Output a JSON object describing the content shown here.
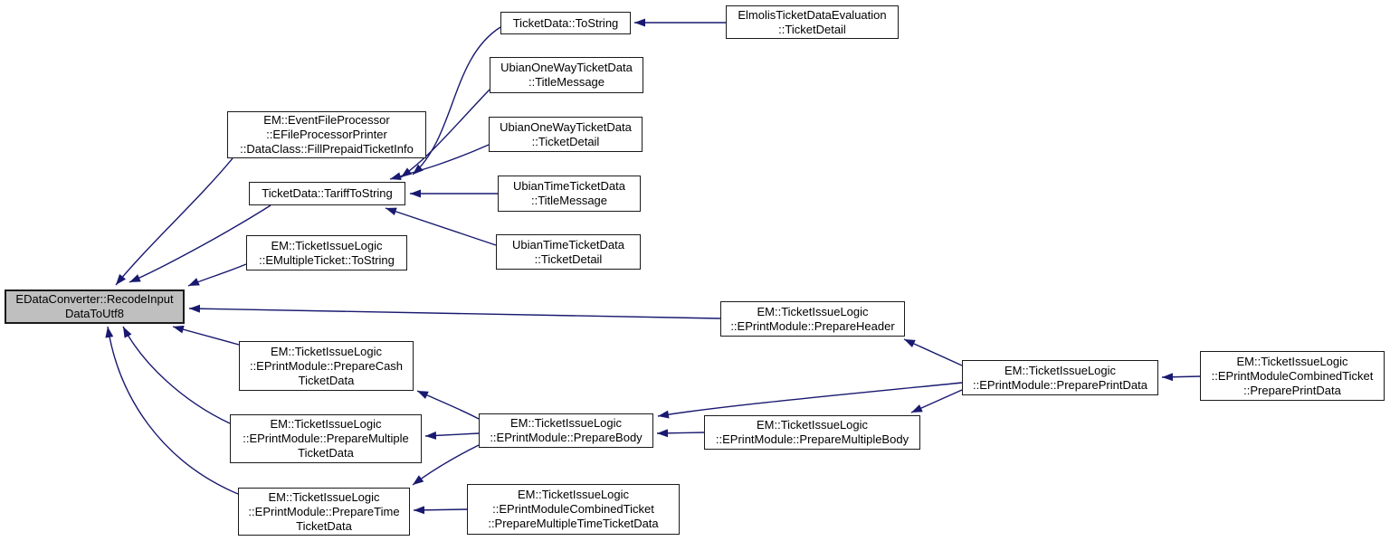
{
  "diagram": {
    "type": "doxygen-caller-graph",
    "highlight_fill_color": "#bfbfbf",
    "node_border_color": "#1a1a1a",
    "edge_color": "#191970",
    "nodes": [
      {
        "id": "recode-input-data-to-utf8",
        "highlighted": true,
        "lines": [
          "EDataConverter::RecodeInput",
          "DataToUtf8"
        ]
      },
      {
        "id": "ticketdata-tostring",
        "highlighted": false,
        "lines": [
          "TicketData::ToString"
        ]
      },
      {
        "id": "elmolis-ticketdetail",
        "highlighted": false,
        "lines": [
          "ElmolisTicketDataEvaluation",
          "::TicketDetail"
        ]
      },
      {
        "id": "ubianoneway-titlemessage",
        "highlighted": false,
        "lines": [
          "UbianOneWayTicketData",
          "::TitleMessage"
        ]
      },
      {
        "id": "ubianoneway-ticketdetail",
        "highlighted": false,
        "lines": [
          "UbianOneWayTicketData",
          "::TicketDetail"
        ]
      },
      {
        "id": "fill-prepaid-ticket-info",
        "highlighted": false,
        "lines": [
          "EM::EventFileProcessor",
          "::EFileProcessorPrinter",
          "::DataClass::FillPrepaidTicketInfo"
        ]
      },
      {
        "id": "ticketdata-tarifftostring",
        "highlighted": false,
        "lines": [
          "TicketData::TariffToString"
        ]
      },
      {
        "id": "ubiantime-titlemessage",
        "highlighted": false,
        "lines": [
          "UbianTimeTicketData",
          "::TitleMessage"
        ]
      },
      {
        "id": "emultipleticket-tostring",
        "highlighted": false,
        "lines": [
          "EM::TicketIssueLogic",
          "::EMultipleTicket::ToString"
        ]
      },
      {
        "id": "ubiantime-ticketdetail",
        "highlighted": false,
        "lines": [
          "UbianTimeTicketData",
          "::TicketDetail"
        ]
      },
      {
        "id": "prepare-header",
        "highlighted": false,
        "lines": [
          "EM::TicketIssueLogic",
          "::EPrintModule::PrepareHeader"
        ]
      },
      {
        "id": "prepare-cash-ticket-data",
        "highlighted": false,
        "lines": [
          "EM::TicketIssueLogic",
          "::EPrintModule::PrepareCash",
          "TicketData"
        ]
      },
      {
        "id": "prepare-multiple-ticket-data",
        "highlighted": false,
        "lines": [
          "EM::TicketIssueLogic",
          "::EPrintModule::PrepareMultiple",
          "TicketData"
        ]
      },
      {
        "id": "prepare-body",
        "highlighted": false,
        "lines": [
          "EM::TicketIssueLogic",
          "::EPrintModule::PrepareBody"
        ]
      },
      {
        "id": "prepare-multiple-body",
        "highlighted": false,
        "lines": [
          "EM::TicketIssueLogic",
          "::EPrintModule::PrepareMultipleBody"
        ]
      },
      {
        "id": "prepare-print-data",
        "highlighted": false,
        "lines": [
          "EM::TicketIssueLogic",
          "::EPrintModule::PreparePrintData"
        ]
      },
      {
        "id": "combined-prepare-print-data",
        "highlighted": false,
        "lines": [
          "EM::TicketIssueLogic",
          "::EPrintModuleCombinedTicket",
          "::PreparePrintData"
        ]
      },
      {
        "id": "prepare-time-ticket-data",
        "highlighted": false,
        "lines": [
          "EM::TicketIssueLogic",
          "::EPrintModule::PrepareTime",
          "TicketData"
        ]
      },
      {
        "id": "prepare-multiple-time-ticket-data",
        "highlighted": false,
        "lines": [
          "EM::TicketIssueLogic",
          "::EPrintModuleCombinedTicket",
          "::PrepareMultipleTimeTicketData"
        ]
      }
    ],
    "edges": [
      {
        "from": "elmolis-ticketdetail",
        "to": "ticketdata-tostring"
      },
      {
        "from": "ticketdata-tostring",
        "to": "ticketdata-tarifftostring"
      },
      {
        "from": "ubianoneway-titlemessage",
        "to": "ticketdata-tarifftostring"
      },
      {
        "from": "ubianoneway-ticketdetail",
        "to": "ticketdata-tarifftostring"
      },
      {
        "from": "ubiantime-titlemessage",
        "to": "ticketdata-tarifftostring"
      },
      {
        "from": "ubiantime-ticketdetail",
        "to": "ticketdata-tarifftostring"
      },
      {
        "from": "fill-prepaid-ticket-info",
        "to": "recode-input-data-to-utf8"
      },
      {
        "from": "ticketdata-tarifftostring",
        "to": "recode-input-data-to-utf8"
      },
      {
        "from": "emultipleticket-tostring",
        "to": "recode-input-data-to-utf8"
      },
      {
        "from": "prepare-header",
        "to": "recode-input-data-to-utf8"
      },
      {
        "from": "prepare-cash-ticket-data",
        "to": "recode-input-data-to-utf8"
      },
      {
        "from": "prepare-multiple-ticket-data",
        "to": "recode-input-data-to-utf8"
      },
      {
        "from": "prepare-time-ticket-data",
        "to": "recode-input-data-to-utf8"
      },
      {
        "from": "prepare-body",
        "to": "prepare-cash-ticket-data"
      },
      {
        "from": "prepare-body",
        "to": "prepare-multiple-ticket-data"
      },
      {
        "from": "prepare-body",
        "to": "prepare-time-ticket-data"
      },
      {
        "from": "prepare-multiple-body",
        "to": "prepare-body"
      },
      {
        "from": "prepare-print-data",
        "to": "prepare-body"
      },
      {
        "from": "prepare-print-data",
        "to": "prepare-multiple-body"
      },
      {
        "from": "prepare-print-data",
        "to": "prepare-header"
      },
      {
        "from": "combined-prepare-print-data",
        "to": "prepare-print-data"
      },
      {
        "from": "prepare-multiple-time-ticket-data",
        "to": "prepare-time-ticket-data"
      }
    ]
  }
}
